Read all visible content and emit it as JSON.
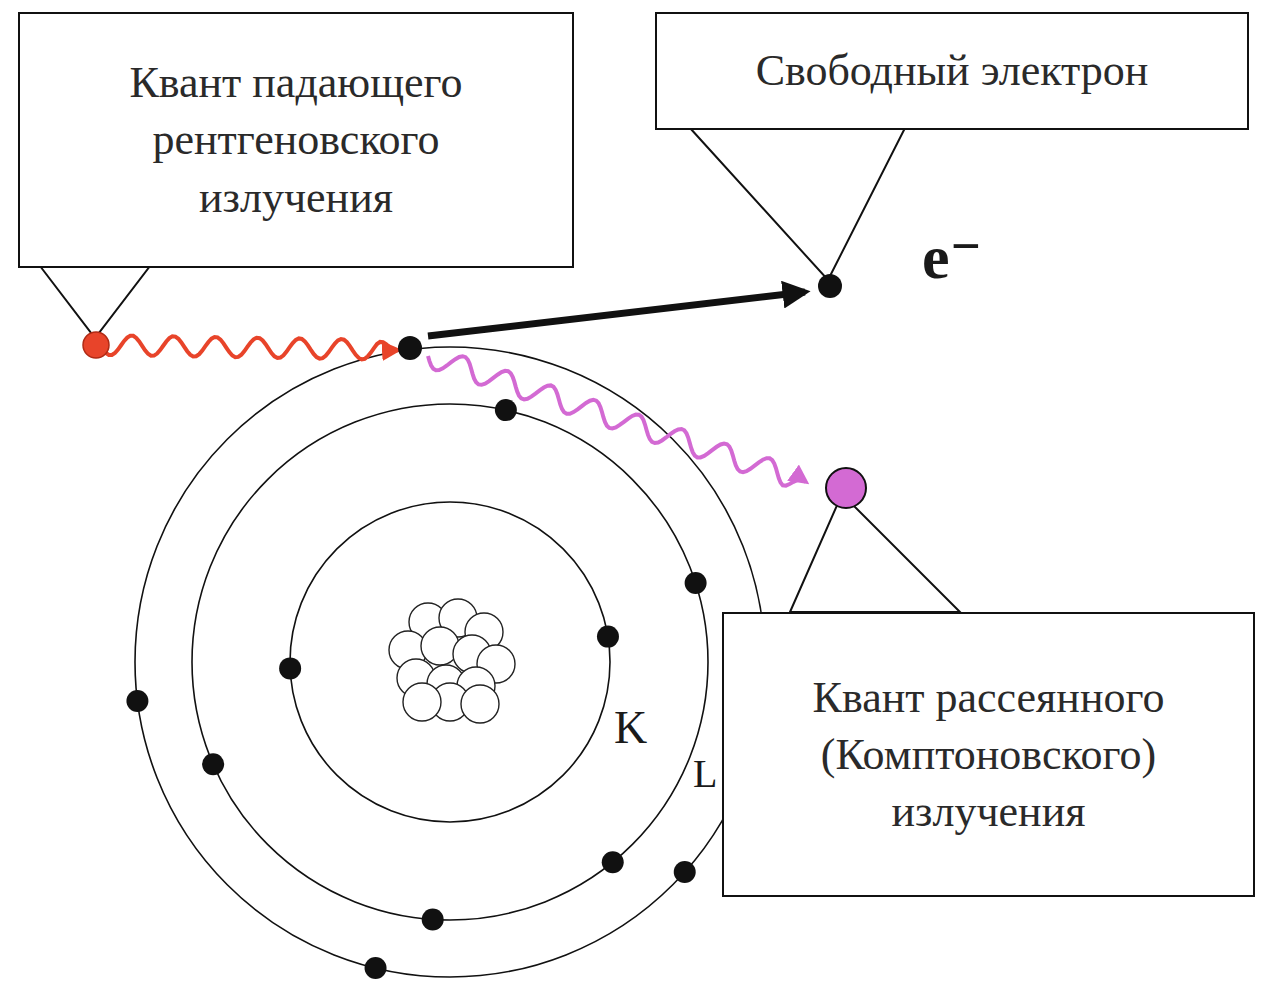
{
  "diagram": {
    "nodes": [
      {
        "text": [
          "Квант падающего рентгеновского излучения"
        ]
      },
      {
        "text": [
          "Свободный электрон"
        ]
      },
      {
        "text": [
          "Квант рассеянного (Комптоновского) излучения"
        ]
      }
    ],
    "labels": [
      "e⁻",
      "K",
      "L"
    ]
  }
}
